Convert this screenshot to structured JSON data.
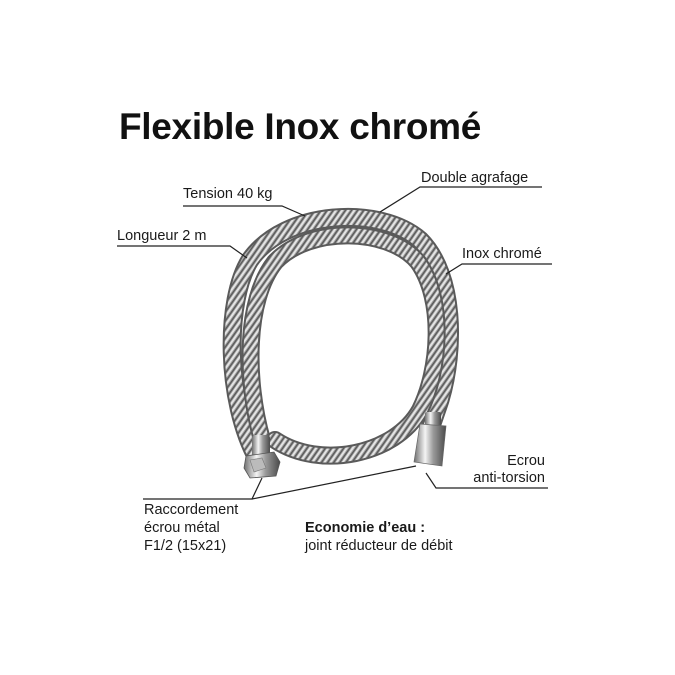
{
  "title": "Flexible Inox chromé",
  "callouts": {
    "tension": "Tension 40 kg",
    "double_agrafage": "Double agrafage",
    "longueur": "Longueur 2 m",
    "inox_chrome": "Inox chromé",
    "ecrou_line1": "Ecrou",
    "ecrou_line2": "anti-torsion",
    "raccordement_line1": "Raccordement",
    "raccordement_line2": "écrou métal",
    "raccordement_line3": "F1/2 (15x21)",
    "economie_title": "Economie d’eau :",
    "economie_desc": "joint réducteur de débit"
  },
  "colors": {
    "text": "#1a1a1a",
    "line": "#222222",
    "hose_dark": "#5a5a5a",
    "hose_light": "#d8d8d8"
  }
}
